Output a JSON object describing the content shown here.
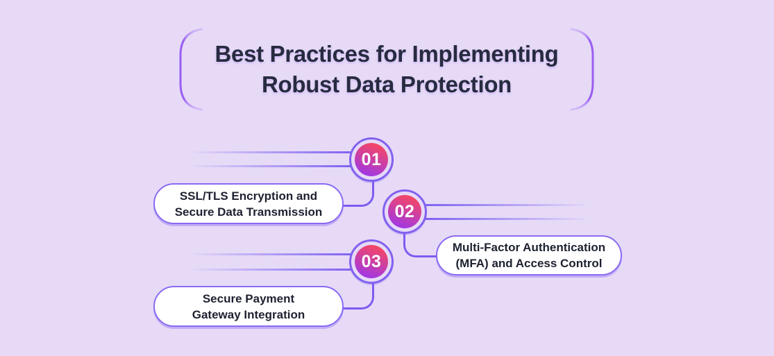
{
  "title": {
    "line1": "Best Practices for Implementing",
    "line2": "Robust Data Protection"
  },
  "steps": [
    {
      "number": "01",
      "label_line1": "SSL/TLS Encryption and",
      "label_line2": "Secure Data Transmission"
    },
    {
      "number": "02",
      "label_line1": "Multi-Factor Authentication",
      "label_line2": "(MFA) and Access Control"
    },
    {
      "number": "03",
      "label_line1": "Secure Payment",
      "label_line2": "Gateway Integration"
    }
  ],
  "colors": {
    "background": "#e6daf7",
    "accent_purple": "#8a6af2",
    "line_purple": "#7d5cf0",
    "bracket_purple": "#9a5ef2",
    "badge_gradient_start": "#f9475f",
    "badge_gradient_end": "#9d37e9",
    "title_text": "#272b40",
    "label_text": "#1e2130",
    "pill_background": "#ffffff"
  }
}
